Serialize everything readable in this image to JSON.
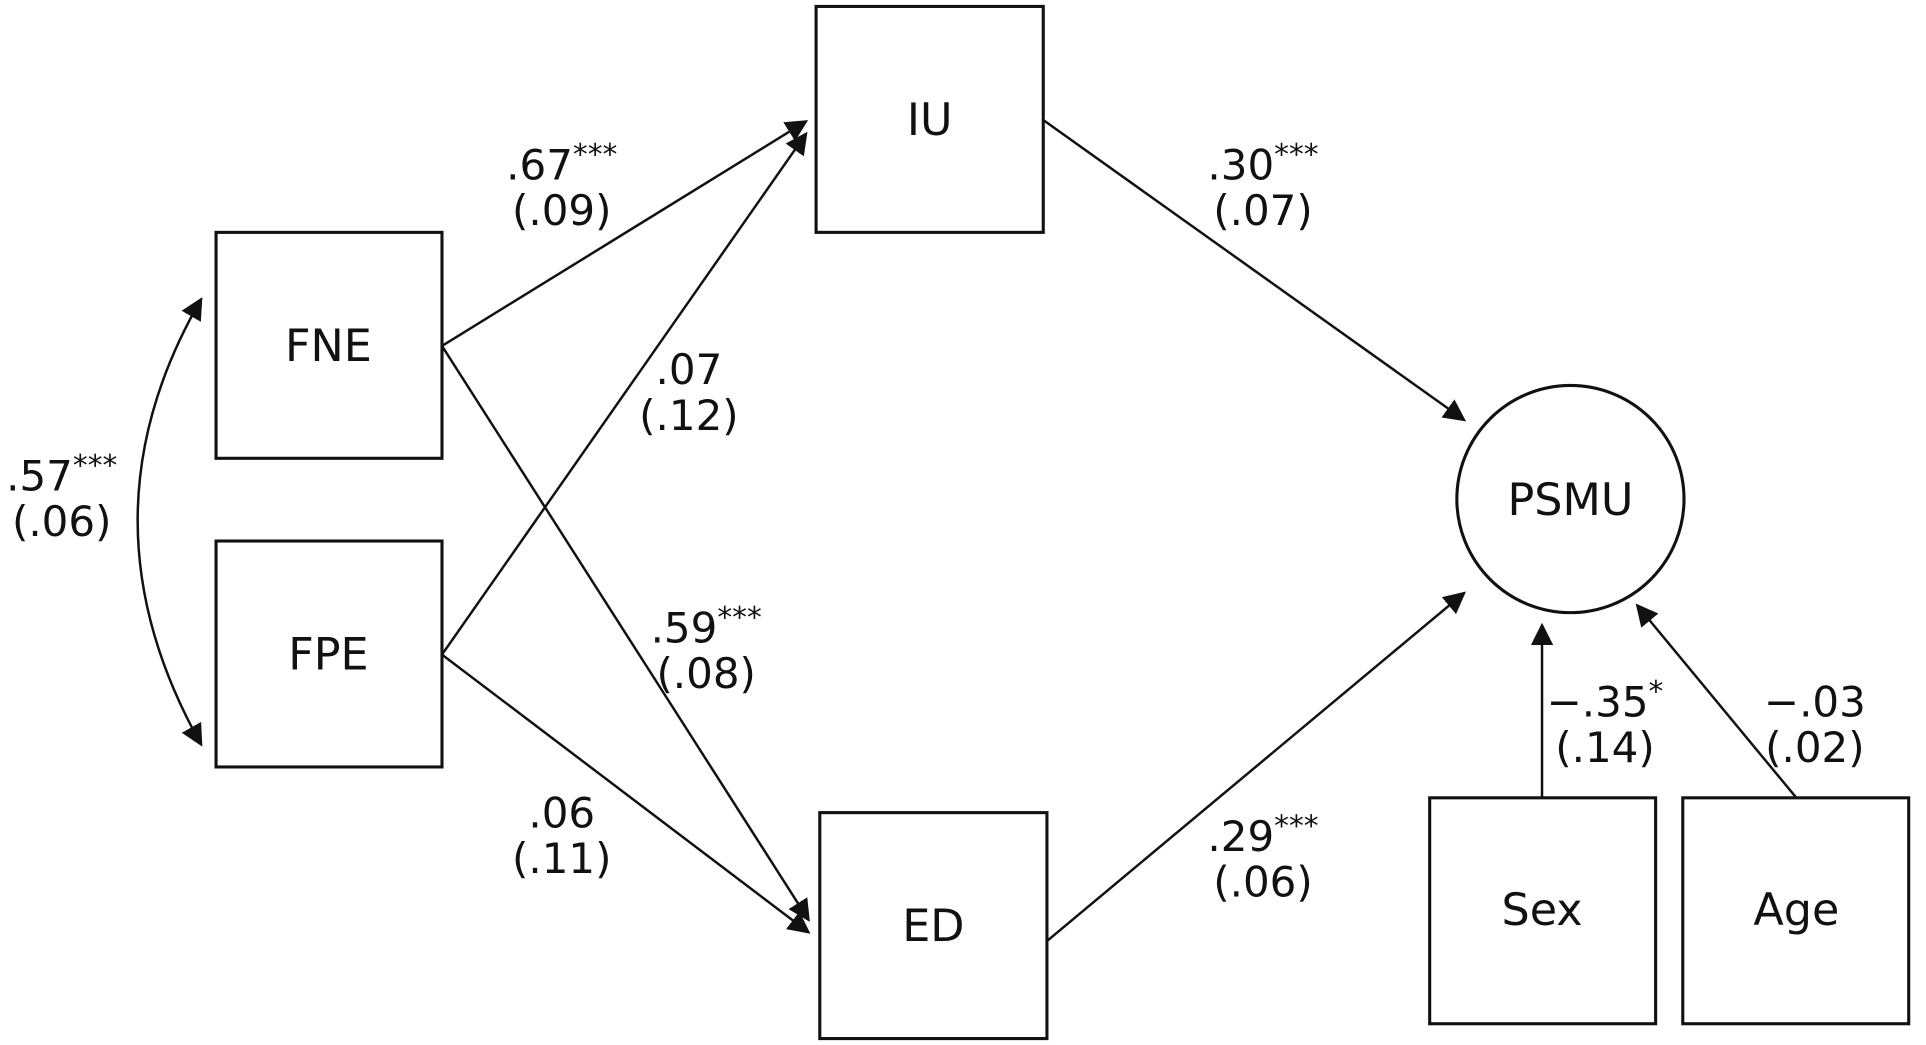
{
  "nodes": {
    "fne": "FNE",
    "fpe": "FPE",
    "iu": "IU",
    "ed": "ED",
    "psmu": "PSMU",
    "sex": "Sex",
    "age": "Age"
  },
  "paths": [
    {
      "id": "fne_fpe",
      "from": "FNE",
      "to": "FPE",
      "type": "covariance",
      "estimate": ".57",
      "stars": "***",
      "se": "(.06)"
    },
    {
      "id": "fne_iu",
      "from": "FNE",
      "to": "IU",
      "estimate": ".67",
      "stars": "***",
      "se": "(.09)"
    },
    {
      "id": "fpe_iu",
      "from": "FPE",
      "to": "IU",
      "estimate": ".07",
      "stars": "",
      "se": "(.12)"
    },
    {
      "id": "fne_ed",
      "from": "FNE",
      "to": "ED",
      "estimate": ".59",
      "stars": "***",
      "se": "(.08)"
    },
    {
      "id": "fpe_ed",
      "from": "FPE",
      "to": "ED",
      "estimate": ".06",
      "stars": "",
      "se": "(.11)"
    },
    {
      "id": "iu_psmu",
      "from": "IU",
      "to": "PSMU",
      "estimate": ".30",
      "stars": "***",
      "se": "(.07)"
    },
    {
      "id": "ed_psmu",
      "from": "ED",
      "to": "PSMU",
      "estimate": ".29",
      "stars": "***",
      "se": "(.06)"
    },
    {
      "id": "sex_psmu",
      "from": "Sex",
      "to": "PSMU",
      "estimate": "−.35",
      "stars": "*",
      "se": "(.14)"
    },
    {
      "id": "age_psmu",
      "from": "Age",
      "to": "PSMU",
      "estimate": "−.03",
      "stars": "",
      "se": "(.02)"
    }
  ]
}
